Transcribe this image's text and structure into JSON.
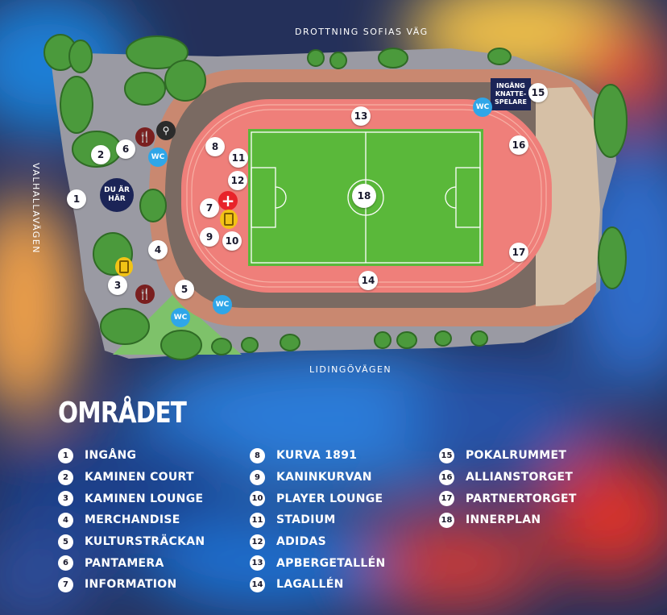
{
  "streets": {
    "north": "DROTTNING SOFIAS VÄG",
    "west": "VALHALLAVÄGEN",
    "south": "LIDINGÖVÄGEN"
  },
  "you_are_here": {
    "line1": "DU ÄR",
    "line2": "HÄR"
  },
  "entrance_knatte": {
    "line1": "INGÅNG",
    "line2": "KNATTE-",
    "line3": "SPELARE"
  },
  "wc_label": "WC",
  "map_pins": [
    "1",
    "2",
    "3",
    "4",
    "5",
    "6",
    "7",
    "8",
    "9",
    "10",
    "11",
    "12",
    "13",
    "14",
    "15",
    "16",
    "17",
    "18"
  ],
  "legend": {
    "title": "OMRÅDET",
    "columns": [
      [
        {
          "num": "1",
          "label": "INGÅNG"
        },
        {
          "num": "2",
          "label": "KAMINEN COURT"
        },
        {
          "num": "3",
          "label": "KAMINEN LOUNGE"
        },
        {
          "num": "4",
          "label": "MERCHANDISE"
        },
        {
          "num": "5",
          "label": "KULTURSTRÄCKAN"
        },
        {
          "num": "6",
          "label": "PANTAMERA"
        },
        {
          "num": "7",
          "label": "INFORMATION"
        }
      ],
      [
        {
          "num": "8",
          "label": "KURVA 1891"
        },
        {
          "num": "9",
          "label": "KANINKURVAN"
        },
        {
          "num": "10",
          "label": "PLAYER LOUNGE"
        },
        {
          "num": "11",
          "label": "STADIUM"
        },
        {
          "num": "12",
          "label": "ADIDAS"
        },
        {
          "num": "13",
          "label": "APBERGETALLÉN"
        },
        {
          "num": "14",
          "label": "LAGALLÉN"
        }
      ],
      [
        {
          "num": "15",
          "label": "POKALRUMMET"
        },
        {
          "num": "16",
          "label": "ALLIANSTORGET"
        },
        {
          "num": "17",
          "label": "PARTNERTORGET"
        },
        {
          "num": "18",
          "label": "INNERPLAN"
        }
      ]
    ]
  },
  "colors": {
    "background_dark": "#24305a",
    "ground": "#9a9aa3",
    "grass_blobs": "#4b9a3c",
    "stand_outer": "#c98870",
    "stand_inner": "#7a6a62",
    "track": "#ef7f7a",
    "pitch": "#5ab83a",
    "wc_blue": "#2fa6e8"
  }
}
